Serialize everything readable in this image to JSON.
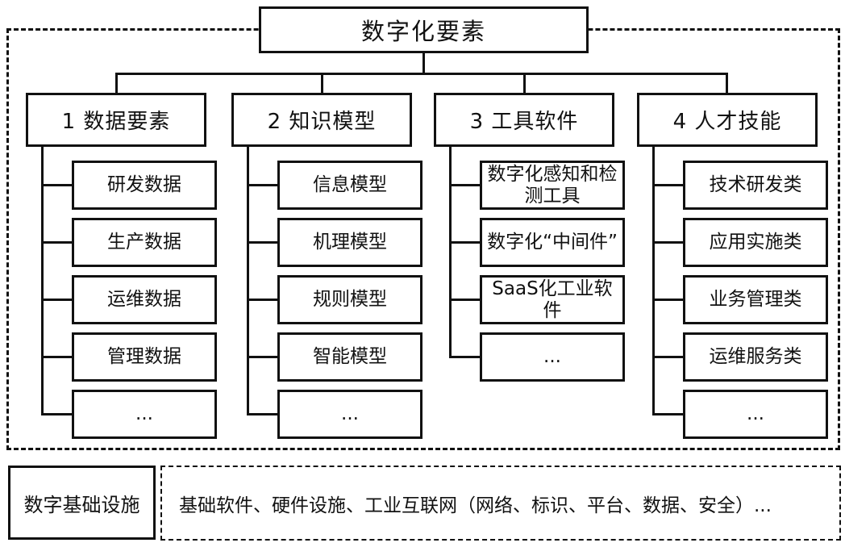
{
  "title": "数字化要素",
  "columns": [
    {
      "label": "1 数据要素",
      "children": [
        "研发数据",
        "生产数据",
        "运维数据",
        "管理数据",
        "..."
      ]
    },
    {
      "label": "2 知识模型",
      "children": [
        "信息模型",
        "机理模型",
        "规则模型",
        "智能模型",
        "..."
      ]
    },
    {
      "label": "3 工具软件",
      "children": [
        "数字化感知和检测工具",
        "数字化“中间件”",
        "SaaS化工业软件",
        "..."
      ]
    },
    {
      "label": "4 人才技能",
      "children": [
        "技术研发类",
        "应用实施类",
        "业务管理类",
        "运维服务类",
        "..."
      ]
    }
  ],
  "foundation": {
    "label": "数字基础设施",
    "description": "基础软件、硬件设施、工业互联网（网络、标识、平台、数据、安全）..."
  },
  "colors": {
    "line": "#111111",
    "background": "#ffffff"
  }
}
